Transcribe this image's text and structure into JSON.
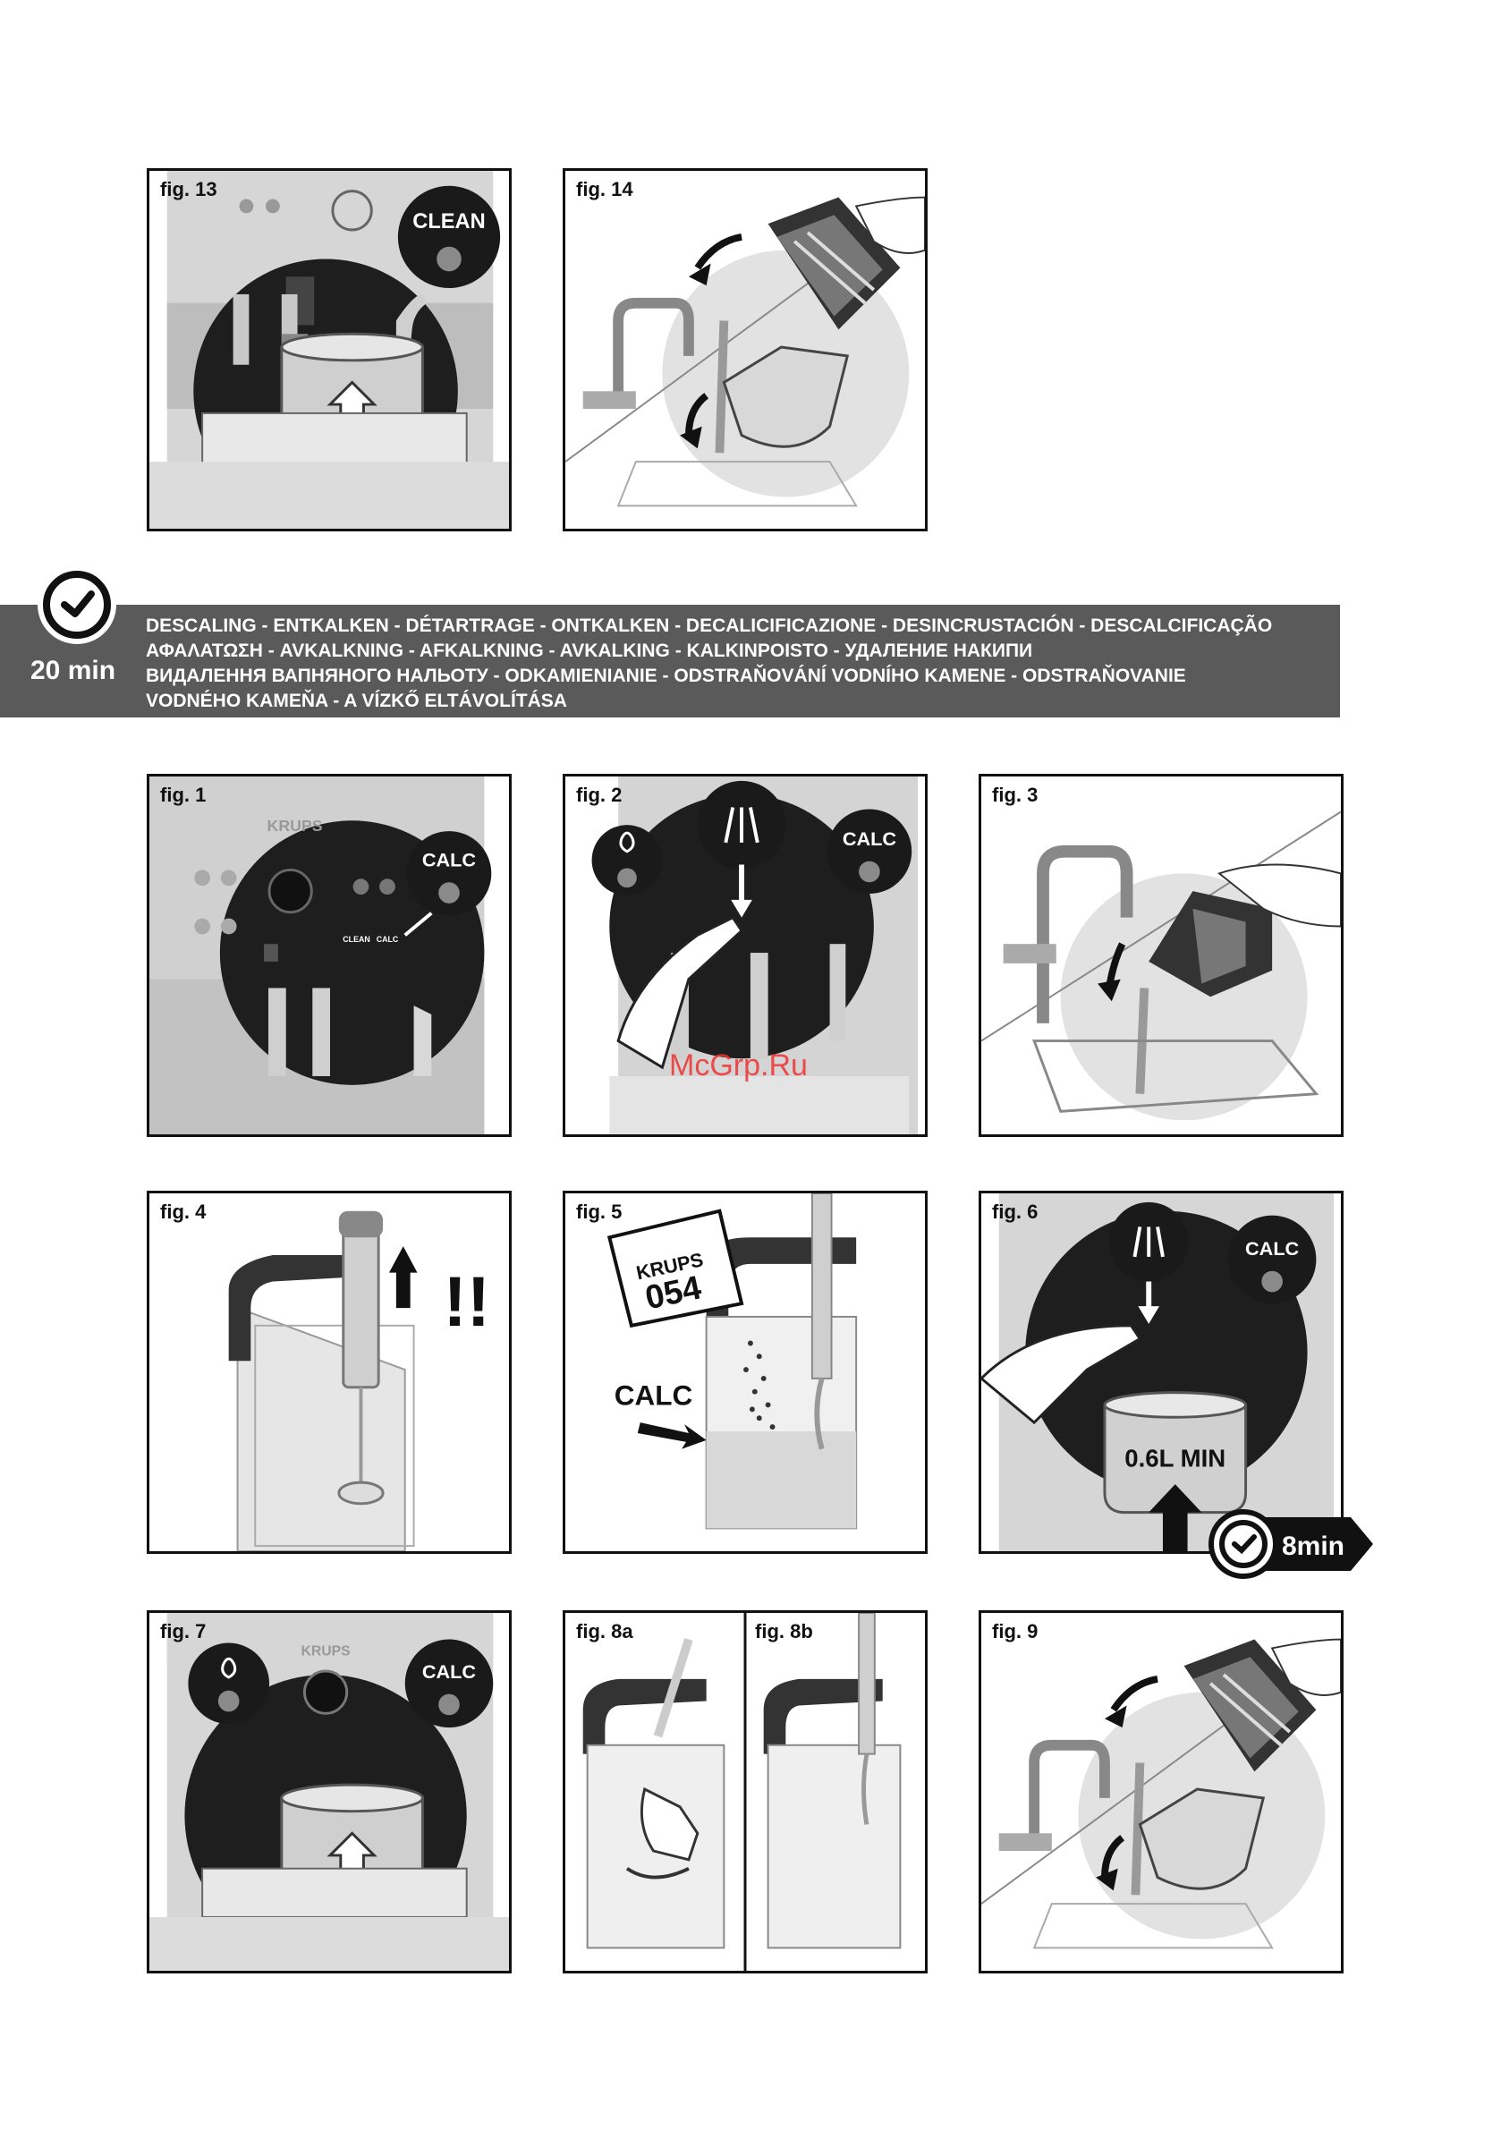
{
  "top_figures": [
    {
      "label": "fig. 13",
      "button": "CLEAN"
    },
    {
      "label": "fig. 14"
    }
  ],
  "descaling": {
    "duration": "20 min",
    "lines": [
      "DESCALING - ENTKALKEN - DÉTARTRAGE - ONTKALKEN - DECALICIFICAZIONE - DESINCRUSTACIÓN - DESCALCIFICAÇÃO",
      "ΑΦΑΛΑΤΩΣΗ - AVKALKNING - AFKALKNING - AVKALKING - KALKINPOISTO - УДАЛЕНИЕ НАКИПИ",
      "ВИДАЛЕННЯ ВАПНЯНОГО НАЛЬОТУ - ODKAMIENIANIE - ODSTRAŇOVÁNÍ VODNÍHO KAMENE - ODSTRAŇOVANIE",
      "VODNÉHO KAMEŇA - A VÍZKŐ ELTÁVOLÍTÁSA"
    ]
  },
  "figures": {
    "fig1": {
      "label": "fig. 1",
      "brand": "KRUPS",
      "button": "CALC",
      "small_left": "CLEAN",
      "small_right": "CALC"
    },
    "fig2": {
      "label": "fig. 2",
      "button": "CALC"
    },
    "fig3": {
      "label": "fig. 3"
    },
    "fig4": {
      "label": "fig. 4",
      "marks": "!!"
    },
    "fig5": {
      "label": "fig. 5",
      "sachet_brand": "KRUPS",
      "sachet_code": "054",
      "callout": "CALC"
    },
    "fig6": {
      "label": "fig. 6",
      "button": "CALC",
      "volume": "0.6L MIN",
      "timer": "8min"
    },
    "fig7": {
      "label": "fig. 7",
      "brand": "KRUPS",
      "button": "CALC"
    },
    "fig8a": {
      "label": "fig. 8a"
    },
    "fig8b": {
      "label": "fig. 8b"
    },
    "fig9": {
      "label": "fig. 9"
    }
  },
  "watermark": "McGrp.Ru"
}
